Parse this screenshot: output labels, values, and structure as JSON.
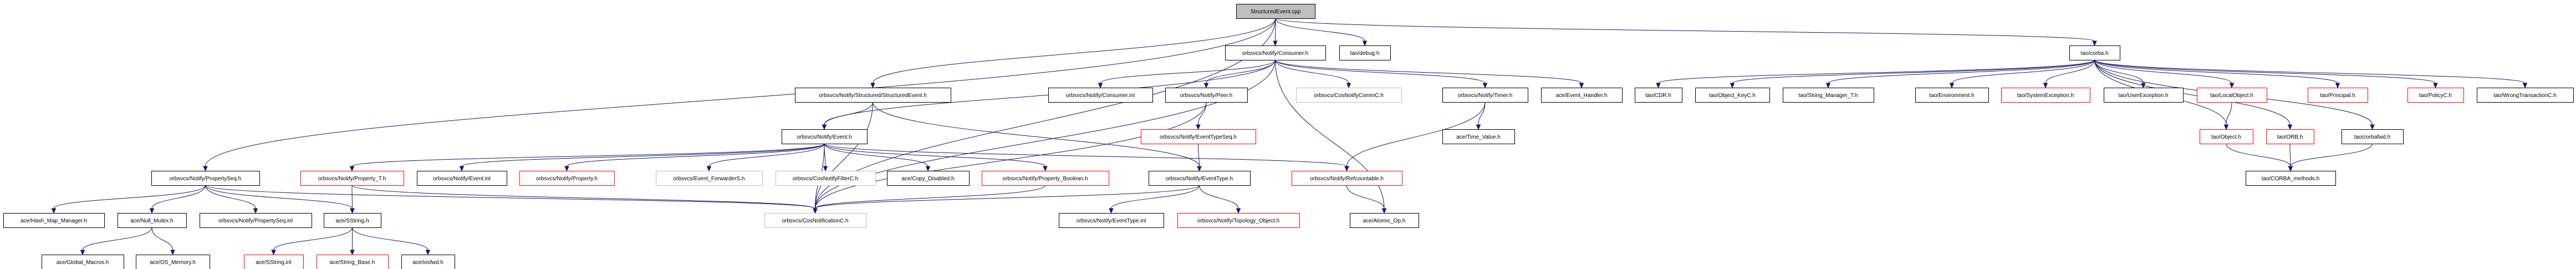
{
  "graph": {
    "edge_color": "#191970",
    "border_colors": {
      "normal": "#000000",
      "red": "#ff0000",
      "gray": "#bfbfbf",
      "root_fill": "#bfbfbf"
    },
    "nodes": [
      {
        "id": "n0",
        "label": "StructuredEvent.cpp",
        "style": "root"
      },
      {
        "id": "n1",
        "label": "orbsvcs/Notify/Consumer.h",
        "style": "normal"
      },
      {
        "id": "n2",
        "label": "tao/debug.h",
        "style": "normal"
      },
      {
        "id": "n3",
        "label": "tao/corba.h",
        "style": "normal"
      },
      {
        "id": "n4",
        "label": "orbsvcs/Notify/Structured/StructuredEvent.h",
        "style": "normal"
      },
      {
        "id": "n5",
        "label": "orbsvcs/Notify/Consumer.inl",
        "style": "normal"
      },
      {
        "id": "n6",
        "label": "orbsvcs/Notify/Peer.h",
        "style": "normal"
      },
      {
        "id": "n7",
        "label": "orbsvcs/CosNotifyCommC.h",
        "style": "gray"
      },
      {
        "id": "n8",
        "label": "orbsvcs/Notify/Timer.h",
        "style": "normal"
      },
      {
        "id": "n9",
        "label": "ace/Event_Handler.h",
        "style": "normal"
      },
      {
        "id": "n10",
        "label": "tao/CDR.h",
        "style": "normal"
      },
      {
        "id": "n11",
        "label": "tao/Object_KeyC.h",
        "style": "normal"
      },
      {
        "id": "n12",
        "label": "tao/String_Manager_T.h",
        "style": "normal"
      },
      {
        "id": "n13",
        "label": "tao/Environment.h",
        "style": "normal"
      },
      {
        "id": "n14",
        "label": "tao/SystemException.h",
        "style": "red"
      },
      {
        "id": "n15",
        "label": "tao/UserException.h",
        "style": "normal"
      },
      {
        "id": "n16",
        "label": "tao/LocalObject.h",
        "style": "red"
      },
      {
        "id": "n17",
        "label": "tao/Principal.h",
        "style": "red"
      },
      {
        "id": "n18",
        "label": "tao/PolicyC.h",
        "style": "red"
      },
      {
        "id": "n19",
        "label": "tao/WrongTransactionC.h",
        "style": "normal"
      },
      {
        "id": "n20",
        "label": "orbsvcs/Notify/Event.h",
        "style": "normal"
      },
      {
        "id": "n21",
        "label": "orbsvcs/Notify/EventTypeSeq.h",
        "style": "red"
      },
      {
        "id": "n22",
        "label": "ace/Time_Value.h",
        "style": "normal"
      },
      {
        "id": "n23",
        "label": "tao/Object.h",
        "style": "red"
      },
      {
        "id": "n24",
        "label": "tao/ORB.h",
        "style": "red"
      },
      {
        "id": "n25",
        "label": "tao/corbafwd.h",
        "style": "normal"
      },
      {
        "id": "n26",
        "label": "orbsvcs/Notify/PropertySeq.h",
        "style": "normal"
      },
      {
        "id": "n27",
        "label": "orbsvcs/Notify/Property_T.h",
        "style": "red"
      },
      {
        "id": "n28",
        "label": "orbsvcs/Notify/Event.inl",
        "style": "normal"
      },
      {
        "id": "n29",
        "label": "orbsvcs/Notify/Property.h",
        "style": "red"
      },
      {
        "id": "n30",
        "label": "orbsvcs/Event_ForwarderS.h",
        "style": "gray"
      },
      {
        "id": "n31",
        "label": "orbsvcs/CosNotifyFilterC.h",
        "style": "gray"
      },
      {
        "id": "n32",
        "label": "ace/Copy_Disabled.h",
        "style": "normal"
      },
      {
        "id": "n33",
        "label": "orbsvcs/Notify/Property_Boolean.h",
        "style": "red"
      },
      {
        "id": "n34",
        "label": "orbsvcs/Notify/EventType.h",
        "style": "normal"
      },
      {
        "id": "n35",
        "label": "orbsvcs/Notify/Refcountable.h",
        "style": "red"
      },
      {
        "id": "n36",
        "label": "tao/CORBA_methods.h",
        "style": "normal"
      },
      {
        "id": "n37",
        "label": "ace/Hash_Map_Manager.h",
        "style": "normal"
      },
      {
        "id": "n38",
        "label": "ace/Null_Mutex.h",
        "style": "normal"
      },
      {
        "id": "n39",
        "label": "orbsvcs/Notify/PropertySeq.inl",
        "style": "normal"
      },
      {
        "id": "n40",
        "label": "ace/SString.h",
        "style": "normal"
      },
      {
        "id": "n41",
        "label": "orbsvcs/CosNotificationC.h",
        "style": "gray"
      },
      {
        "id": "n42",
        "label": "orbsvcs/Notify/EventType.inl",
        "style": "normal"
      },
      {
        "id": "n43",
        "label": "orbsvcs/Notify/Topology_Object.h",
        "style": "red"
      },
      {
        "id": "n44",
        "label": "ace/Atomic_Op.h",
        "style": "normal"
      },
      {
        "id": "n45",
        "label": "ace/Global_Macros.h",
        "style": "normal"
      },
      {
        "id": "n46",
        "label": "ace/OS_Memory.h",
        "style": "normal"
      },
      {
        "id": "n47",
        "label": "ace/SString.inl",
        "style": "red"
      },
      {
        "id": "n48",
        "label": "ace/String_Base.h",
        "style": "red"
      },
      {
        "id": "n49",
        "label": "ace/iosfwd.h",
        "style": "normal"
      }
    ],
    "edges": [
      [
        "n0",
        "n26"
      ],
      [
        "n0",
        "n4"
      ],
      [
        "n0",
        "n1"
      ],
      [
        "n0",
        "n2"
      ],
      [
        "n0",
        "n3"
      ],
      [
        "n0",
        "n41"
      ],
      [
        "n4",
        "n20"
      ],
      [
        "n4",
        "n34"
      ],
      [
        "n4",
        "n41"
      ],
      [
        "n1",
        "n5"
      ],
      [
        "n1",
        "n6"
      ],
      [
        "n1",
        "n7"
      ],
      [
        "n1",
        "n8"
      ],
      [
        "n1",
        "n9"
      ],
      [
        "n1",
        "n44"
      ],
      [
        "n1",
        "n41"
      ],
      [
        "n1",
        "n20"
      ],
      [
        "n6",
        "n21"
      ],
      [
        "n6",
        "n41"
      ],
      [
        "n21",
        "n34"
      ],
      [
        "n34",
        "n42"
      ],
      [
        "n34",
        "n43"
      ],
      [
        "n34",
        "n41"
      ],
      [
        "n35",
        "n44"
      ],
      [
        "n8",
        "n22"
      ],
      [
        "n8",
        "n35"
      ],
      [
        "n20",
        "n27"
      ],
      [
        "n20",
        "n28"
      ],
      [
        "n20",
        "n29"
      ],
      [
        "n20",
        "n30"
      ],
      [
        "n20",
        "n31"
      ],
      [
        "n20",
        "n32"
      ],
      [
        "n20",
        "n33"
      ],
      [
        "n20",
        "n41"
      ],
      [
        "n20",
        "n35"
      ],
      [
        "n27",
        "n40"
      ],
      [
        "n27",
        "n41"
      ],
      [
        "n33",
        "n41"
      ],
      [
        "n26",
        "n37"
      ],
      [
        "n26",
        "n38"
      ],
      [
        "n26",
        "n39"
      ],
      [
        "n26",
        "n40"
      ],
      [
        "n26",
        "n41"
      ],
      [
        "n38",
        "n45"
      ],
      [
        "n38",
        "n46"
      ],
      [
        "n40",
        "n47"
      ],
      [
        "n40",
        "n48"
      ],
      [
        "n40",
        "n49"
      ],
      [
        "n3",
        "n10"
      ],
      [
        "n3",
        "n11"
      ],
      [
        "n3",
        "n12"
      ],
      [
        "n3",
        "n13"
      ],
      [
        "n3",
        "n14"
      ],
      [
        "n3",
        "n15"
      ],
      [
        "n3",
        "n16"
      ],
      [
        "n3",
        "n17"
      ],
      [
        "n3",
        "n18"
      ],
      [
        "n3",
        "n19"
      ],
      [
        "n3",
        "n23"
      ],
      [
        "n3",
        "n24"
      ],
      [
        "n3",
        "n25"
      ],
      [
        "n16",
        "n23"
      ],
      [
        "n23",
        "n36"
      ],
      [
        "n24",
        "n36"
      ],
      [
        "n25",
        "n36"
      ]
    ]
  }
}
